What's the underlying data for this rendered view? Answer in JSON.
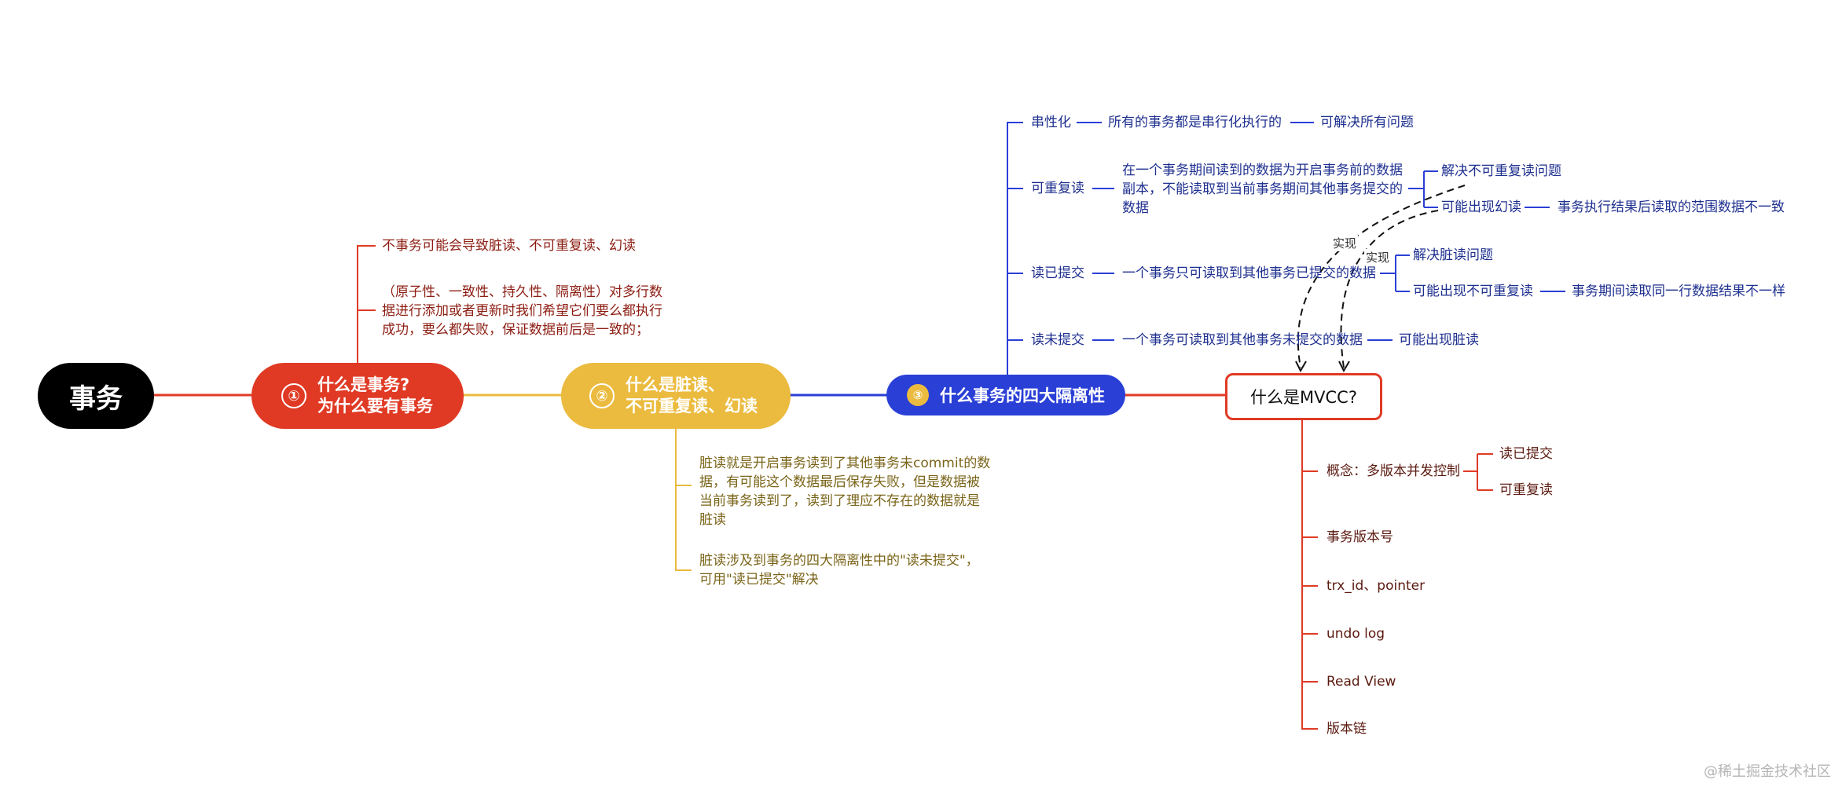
{
  "root": {
    "label": "事务"
  },
  "n1": {
    "badge": "①",
    "title_line1": "什么是事务?",
    "title_line2": "为什么要有事务",
    "children": [
      "不事务可能会导致脏读、不可重复读、幻读",
      "（原子性、一致性、持久性、隔离性）对多行数据进行添加或者更新时我们希望它们要么都执行成功，要么都失败，保证数据前后是一致的；"
    ]
  },
  "n2": {
    "badge": "②",
    "title_line1": "什么是脏读、",
    "title_line2": "不可重复读、幻读",
    "children": [
      "脏读就是开启事务读到了其他事务未commit的数据，有可能这个数据最后保存失败，但是数据被当前事务读到了，读到了理应不存在的数据就是脏读",
      "脏读涉及到事务的四大隔离性中的\"读未提交\"，可用\"读已提交\"解决"
    ]
  },
  "n3": {
    "badge": "③",
    "title": "什么事务的四大隔离性",
    "levels": [
      {
        "name": "串性化",
        "desc": "所有的事务都是串行化执行的",
        "results": [
          "可解决所有问题"
        ]
      },
      {
        "name": "可重复读",
        "desc": "在一个事务期间读到的数据为开启事务前的数据副本，不能读取到当前事务期间其他事务提交的数据",
        "results": [
          "解决不可重复读问题",
          "可能出现幻读"
        ],
        "extra": "事务执行结果后读取的范围数据不一致"
      },
      {
        "name": "读已提交",
        "desc": "一个事务只可读取到其他事务已提交的数据",
        "results": [
          "解决脏读问题",
          "可能出现不可重复读"
        ],
        "extra": "事务期间读取同一行数据结果不一样"
      },
      {
        "name": "读未提交",
        "desc": "一个事务可读取到其他事务未提交的数据",
        "results": [
          "可能出现脏读"
        ]
      }
    ],
    "impl_label": "实现"
  },
  "mvcc": {
    "title": "什么是MVCC?",
    "concept": "概念：多版本并发控制",
    "concept_children": [
      "读已提交",
      "可重复读"
    ],
    "items": [
      "事务版本号",
      "trx_id、pointer",
      "undo log",
      "Read View",
      "版本链"
    ]
  },
  "watermark": "@稀土掘金技术社区",
  "colors": {
    "red": "#e03a24",
    "gold": "#ebbb3f",
    "blue": "#2a3fd6",
    "black": "#000000",
    "mvcc_border": "#e03a24"
  }
}
